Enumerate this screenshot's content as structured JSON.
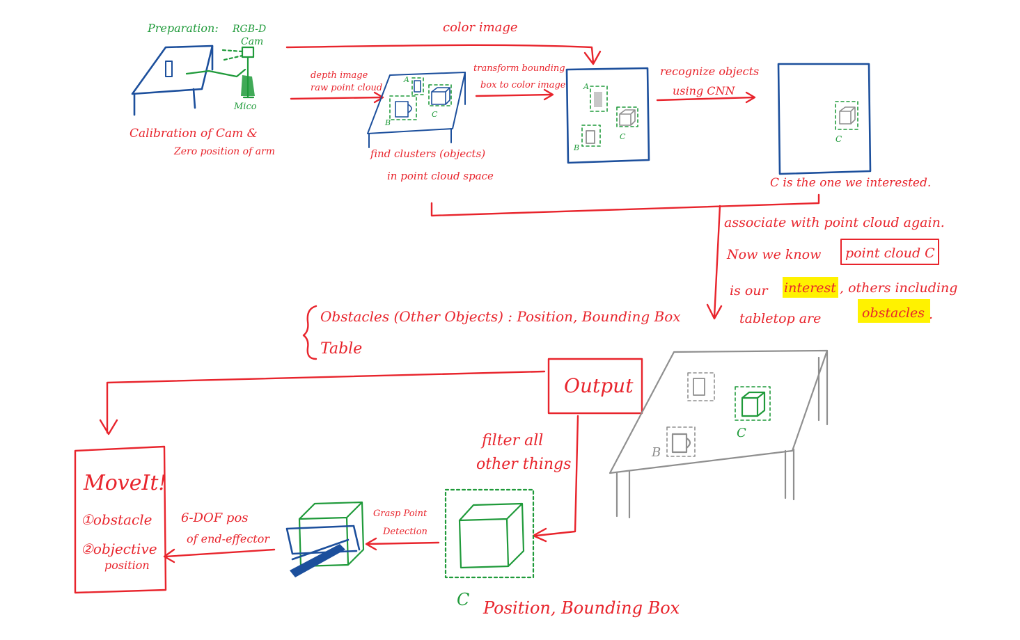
{
  "preparation": {
    "title": "Preparation:",
    "camera_label_1": "RGB-D",
    "camera_label_2": "Cam",
    "arm_label": "Mico",
    "calibration_line1": "Calibration of Cam &",
    "calibration_line2": "Zero position of arm"
  },
  "edges": {
    "color_image": "color image",
    "depth_line1": "depth image",
    "depth_line2": "raw point cloud",
    "transform_line1": "transform bounding",
    "transform_line2": "box to color image",
    "recognize_line1": "recognize objects",
    "recognize_line2": "using CNN",
    "grasp_line1": "Grasp Point",
    "grasp_line2": "Detection",
    "dof_line1": "6-DOF pos",
    "dof_line2": "of end-effector",
    "filter_line1": "filter all",
    "filter_line2": "other things"
  },
  "clusters": {
    "caption_line1": "find clusters (objects)",
    "caption_line2": "in point cloud space",
    "label_a": "A",
    "label_b": "B",
    "label_c": "C"
  },
  "color_frame": {
    "label_a": "A",
    "label_b": "B",
    "label_c": "C"
  },
  "cnn_frame": {
    "label_c": "C",
    "caption": "C is the one we interested."
  },
  "associate": {
    "line1": "associate with point cloud again.",
    "line2_pre": "Now we know",
    "line2_box": "point cloud C",
    "line3_pre": "is our",
    "line3_hl": "interest",
    "line3_post": ", others including",
    "line4_pre": "tabletop are",
    "line4_hl": "obstacles",
    "line4_post": "."
  },
  "obstacles": {
    "line1": "Obstacles (Other Objects) : Position, Bounding Box",
    "line2": "Table"
  },
  "output": {
    "label": "Output"
  },
  "table_scene": {
    "label_b": "B",
    "label_c": "C"
  },
  "moveit": {
    "title": "MoveIt!",
    "item1": "①obstacle",
    "item2a": "②objective",
    "item2b": "position"
  },
  "object_c": {
    "label": "C",
    "caption": "Position, Bounding Box"
  },
  "colors": {
    "red": "#e8242c",
    "green": "#1f9a3a",
    "blue": "#1c4f9c",
    "gray": "#8f8f8f",
    "highlight": "#fff200"
  }
}
